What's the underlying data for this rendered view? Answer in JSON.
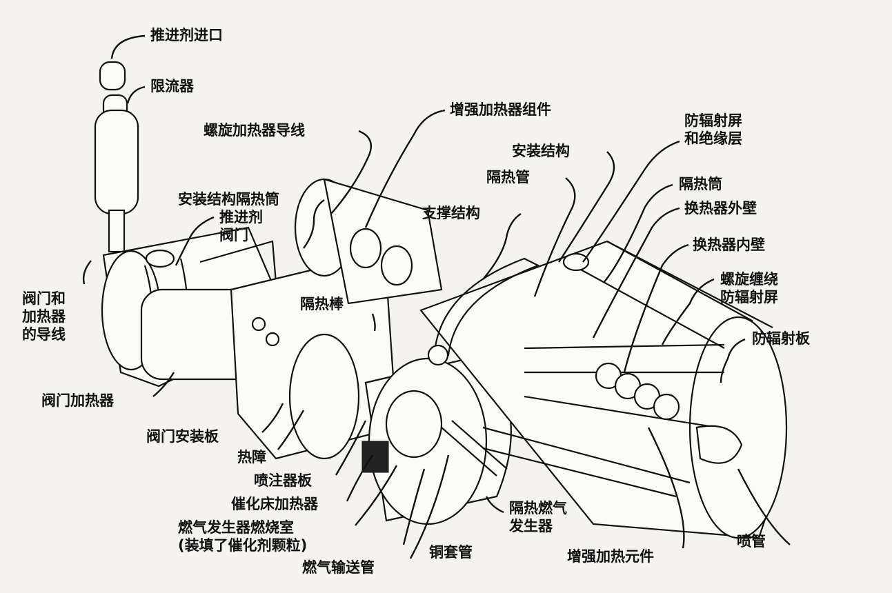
{
  "labels": {
    "propellant_inlet": "推进剂进口",
    "flow_restrictor": "限流器",
    "spiral_heater_leads": "螺旋加热器导线",
    "augmentation_heater_assembly": "增强加热器组件",
    "radiation_shield_insulation": "防辐射屏\n和绝缘层",
    "mounting_structure": "安装结构",
    "heat_insulating_tube": "隔热管",
    "insulation_cylinder": "隔热筒",
    "exchanger_outer_wall": "换热器外壁",
    "exchanger_inner_wall": "换热器内壁",
    "mounting_structure_insulation_cylinder": "安装结构隔热筒",
    "propellant_valve": "推进剂\n阀门",
    "support_structure": "支撑结构",
    "spiral_wound_radiation_shield": "螺旋缠绕\n防辐射屏",
    "radiation_shield_plate": "防辐射板",
    "insulating_rod": "隔热棒",
    "valve_heater_leads": "阀门和\n加热器\n的导线",
    "valve_heater": "阀门加热器",
    "valve_mounting_plate": "阀门安装板",
    "thermal_barrier": "热障",
    "injector_plate": "喷注器板",
    "catalyst_bed_heater": "催化床加热器",
    "gas_generator_chamber": "燃气发生器燃烧室\n(装填了催化剂颗粒)",
    "gas_delivery_tube": "燃气输送管",
    "copper_sleeve": "铜套管",
    "insulated_gas_generator": "隔热燃气\n发生器",
    "augmentation_heating_element": "增强加热元件",
    "nozzle": "喷管"
  },
  "colors": {
    "paper": "#f4f3ef",
    "ink": "#111111",
    "body": "#fbfbf8"
  }
}
